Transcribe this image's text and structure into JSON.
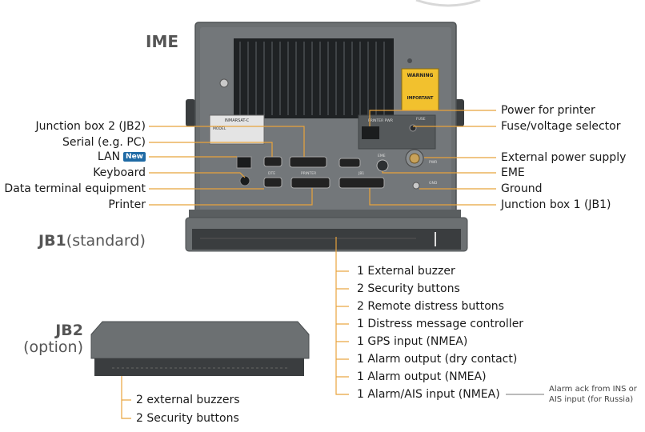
{
  "titles": {
    "ime": "IME",
    "jb1_main": "JB1",
    "jb1_sub": "(standard)",
    "jb2_main": "JB2",
    "jb2_sub": "(option)"
  },
  "left_labels": [
    {
      "id": "jb2",
      "text": "Junction box 2 (JB2)"
    },
    {
      "id": "serial",
      "text": "Serial (e.g. PC)"
    },
    {
      "id": "lan",
      "text": "LAN",
      "badge": "New"
    },
    {
      "id": "keyboard",
      "text": "Keyboard"
    },
    {
      "id": "dte",
      "text": "Data terminal equipment"
    },
    {
      "id": "printer",
      "text": "Printer"
    }
  ],
  "right_labels": [
    {
      "id": "power-printer",
      "text": "Power for printer"
    },
    {
      "id": "fuse",
      "text": "Fuse/voltage selector"
    },
    {
      "id": "ext-power",
      "text": "External power supply"
    },
    {
      "id": "eme",
      "text": "EME"
    },
    {
      "id": "ground",
      "text": "Ground"
    },
    {
      "id": "jb1",
      "text": "Junction box 1 (JB1)"
    }
  ],
  "jb1_items": [
    "1 External buzzer",
    "2 Security buttons",
    "2 Remote distress buttons",
    "1 Distress message controller",
    "1 GPS input (NMEA)",
    "1 Alarm output (dry contact)",
    "1 Alarm output (NMEA)",
    "1 Alarm/AIS input (NMEA)"
  ],
  "jb2_items": [
    "2 external buzzers",
    "2 Security buttons"
  ],
  "note": [
    "Alarm ack from INS or",
    "AIS input (for Russia)"
  ],
  "device_text": {
    "warning": "WARNING",
    "important": "IMPORTANT",
    "fuse": "FUSE",
    "printer_pwr": "PRINTER PWR",
    "model": "MODEL",
    "brand": "INMARSAT-C",
    "port_dte": "DTE",
    "port_printer": "PRINTER",
    "port_jb1": "JB1",
    "port_eme": "EME",
    "port_pwr": "PWR",
    "port_gnd": "GND"
  },
  "colors": {
    "leader": "#e8a33c",
    "device_body": "#6c7072",
    "device_dark": "#2b2e30",
    "title_gray": "#555555",
    "badge": "#1f6aa5"
  }
}
